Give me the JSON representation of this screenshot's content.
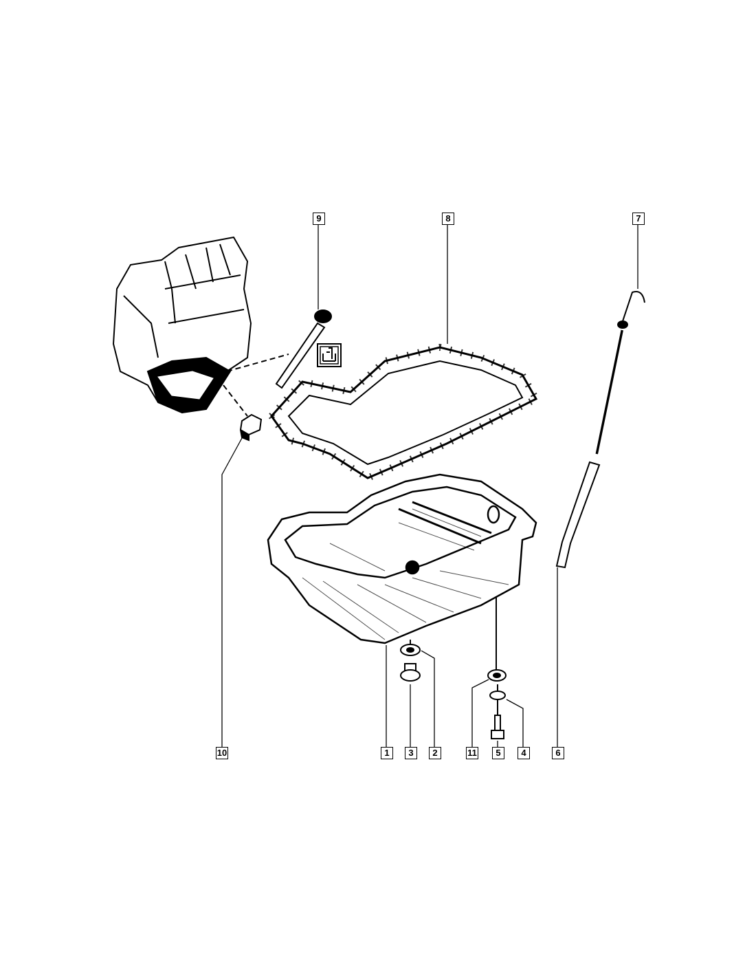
{
  "diagram": {
    "title_icon": "service-manual-symbol-icon",
    "callouts": [
      {
        "id": "9",
        "part": "dipstick-tube-upper"
      },
      {
        "id": "8",
        "part": "oil-pan-gasket"
      },
      {
        "id": "7",
        "part": "dipstick"
      },
      {
        "id": "10",
        "part": "drain-plug-engine-view"
      },
      {
        "id": "1",
        "part": "oil-pan"
      },
      {
        "id": "3",
        "part": "drain-plug"
      },
      {
        "id": "2",
        "part": "drain-plug-washer"
      },
      {
        "id": "11",
        "part": "washer"
      },
      {
        "id": "5",
        "part": "bolt"
      },
      {
        "id": "4",
        "part": "lock-washer"
      },
      {
        "id": "6",
        "part": "dipstick-guide-tube"
      }
    ],
    "colors": {
      "ink": "#000000",
      "background": "#ffffff"
    }
  }
}
